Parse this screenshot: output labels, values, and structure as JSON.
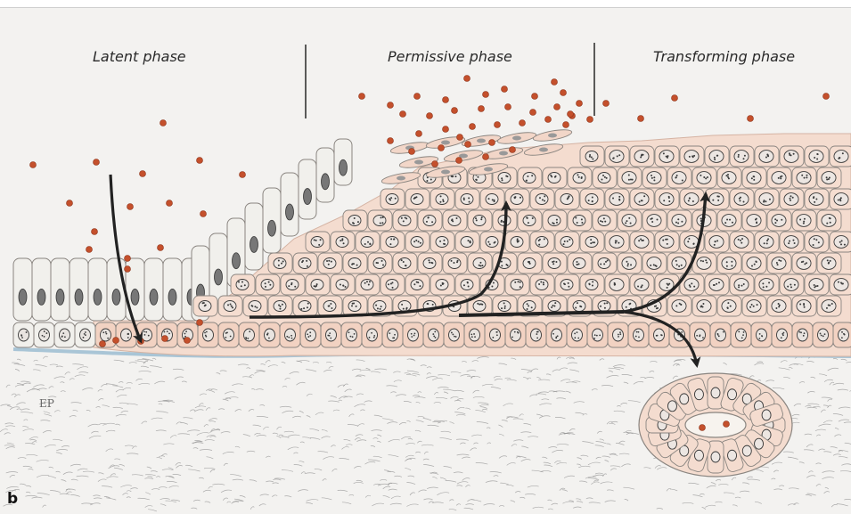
{
  "phases": {
    "latent": "Latent phase",
    "permissive": "Permissive phase",
    "transforming": "Transforming phase"
  },
  "panel_letter": "b",
  "artist_mark": "EP",
  "colors": {
    "paper": "#f3f2f0",
    "columnar": "#f1f0ec",
    "squamous": "#f4dccf",
    "nucleus": "#3a3a3a",
    "outline": "#8a8580",
    "basement": "#a9c5d6",
    "particle": "#c4502c",
    "arrow": "#222222",
    "stroma": "#8d8d8d"
  },
  "icons": {
    "particle": "circle",
    "arrow": "curved-arrow"
  }
}
